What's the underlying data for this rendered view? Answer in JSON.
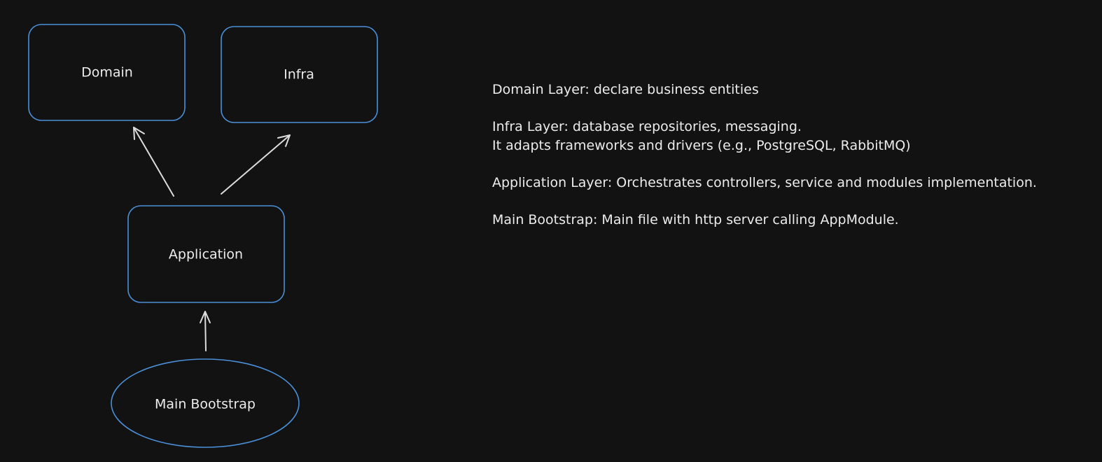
{
  "diagram": {
    "nodes": {
      "domain": {
        "label": "Domain"
      },
      "infra": {
        "label": "Infra"
      },
      "application": {
        "label": "Application"
      },
      "main_bootstrap": {
        "label": "Main Bootstrap"
      }
    },
    "edges": [
      {
        "from": "application",
        "to": "domain"
      },
      {
        "from": "application",
        "to": "infra"
      },
      {
        "from": "main_bootstrap",
        "to": "application"
      }
    ],
    "colors": {
      "background": "#121212",
      "node_stroke": "#4a8fd8",
      "arrow": "#dcdcdc",
      "text": "#ececec"
    }
  },
  "notes": {
    "domain": "Domain Layer: declare business entities",
    "infra_line1": "Infra Layer: database repositories, messaging.",
    "infra_line2": "It adapts frameworks and drivers (e.g., PostgreSQL, RabbitMQ)",
    "application": "Application Layer: Orchestrates controllers, service and modules implementation.",
    "main": "Main Bootstrap: Main file with http server calling AppModule."
  }
}
